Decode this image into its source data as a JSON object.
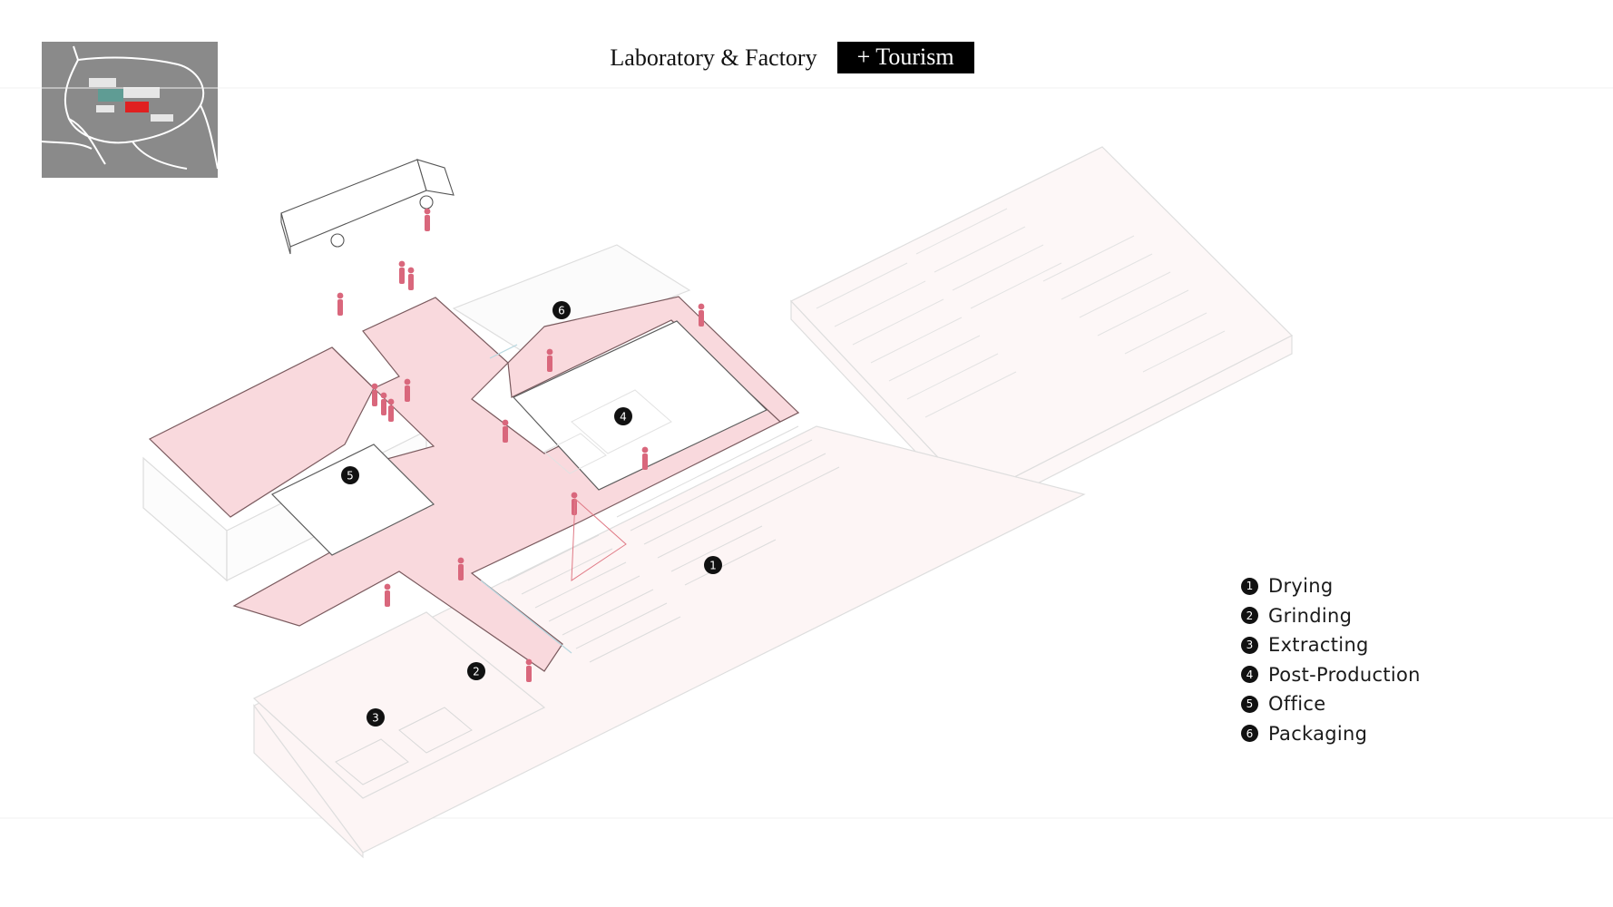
{
  "header": {
    "title": "Laboratory & Factory",
    "tag": "+ Tourism"
  },
  "colors": {
    "circulation": "#f9d9dd",
    "figures": "#d9677c",
    "highlight": "#e02020",
    "map_bg": "#8a8a8a",
    "marker": "#111111"
  },
  "markers": [
    "1",
    "2",
    "3",
    "4",
    "5",
    "6"
  ],
  "legend": [
    {
      "num": "1",
      "label": "Drying"
    },
    {
      "num": "2",
      "label": "Grinding"
    },
    {
      "num": "3",
      "label": "Extracting"
    },
    {
      "num": "4",
      "label": "Post-Production"
    },
    {
      "num": "5",
      "label": "Office"
    },
    {
      "num": "6",
      "label": "Packaging"
    }
  ]
}
